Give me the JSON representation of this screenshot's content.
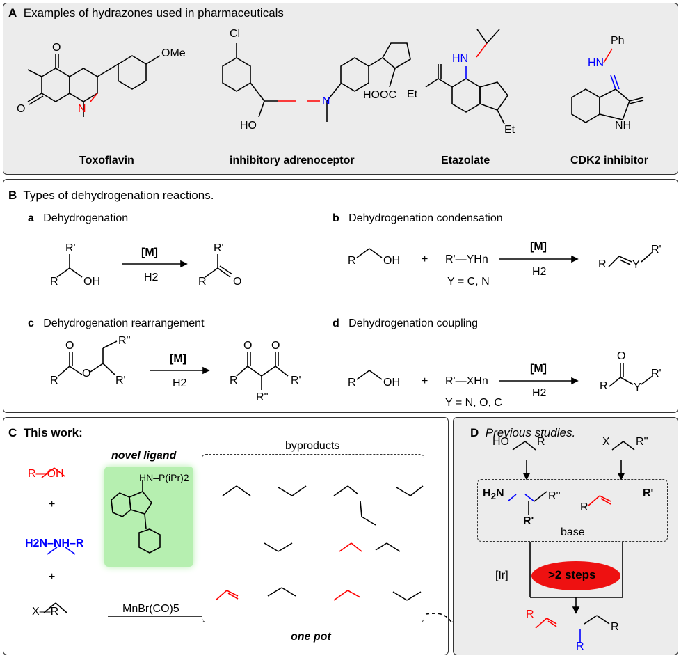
{
  "panelA": {
    "letter": "A",
    "title": "Examples of hydrazones used in pharmaceuticals",
    "compounds": [
      {
        "name": "Toxoflavin"
      },
      {
        "name": "inhibitory adrenoceptor"
      },
      {
        "name": "Etazolate"
      },
      {
        "name": "CDK2 inhibitor"
      }
    ],
    "atoms": {
      "ome": "OMe",
      "o": "O",
      "n": "N",
      "cl": "Cl",
      "ho": "HO",
      "nn": "N",
      "hooc": "HOOC",
      "et": "Et",
      "hn": "HN",
      "ph": "Ph",
      "nh": "NH",
      "n_h": "H",
      "n_dash": "N",
      "hn_ph": "HN"
    }
  },
  "panelB": {
    "letter": "B",
    "title": "Types of dehydrogenation reactions.",
    "reactions": [
      {
        "letter": "a",
        "name": "Dehydrogenation",
        "catalyst": "[M]",
        "byproduct": "H2"
      },
      {
        "letter": "b",
        "name": "Dehydrogenation condensation",
        "catalyst": "[M]",
        "byproduct": "H2",
        "reagent": "R'—YHn",
        "note": "Y = C, N"
      },
      {
        "letter": "c",
        "name": "Dehydrogenation rearrangement",
        "catalyst": "[M]",
        "byproduct": "H2"
      },
      {
        "letter": "d",
        "name": "Dehydrogenation coupling",
        "catalyst": "[M]",
        "byproduct": "H2",
        "reagent": "R'—XHn",
        "note": "Y = N, O, C"
      }
    ],
    "atoms": {
      "r": "R",
      "rp": "R'",
      "rpp": "R''",
      "oh": "OH",
      "o": "O",
      "y": "Y",
      "plus": "+"
    }
  },
  "panelC": {
    "letter": "C",
    "title": "This work:",
    "ligand_label": "novel ligand",
    "ligand_group": "HN–P(iPr)2",
    "byproducts_label": "byproducts",
    "catalyst": "MnBr(CO)5",
    "one_pot": "one pot",
    "reactants": {
      "alcohol": "R—OH",
      "hydrazine": "H2N–NH–R",
      "halide": "X—R",
      "plus": "+"
    }
  },
  "panelD": {
    "letter": "D",
    "title": "Previous studies.",
    "base_label": "base",
    "ir_label": "[Ir]",
    "steps_label": ">2 steps",
    "colors": {
      "red": "#ff0000",
      "blue": "#0000ff",
      "ligand_green": "#b6efb0",
      "steps_bg": "#ee1111"
    }
  }
}
